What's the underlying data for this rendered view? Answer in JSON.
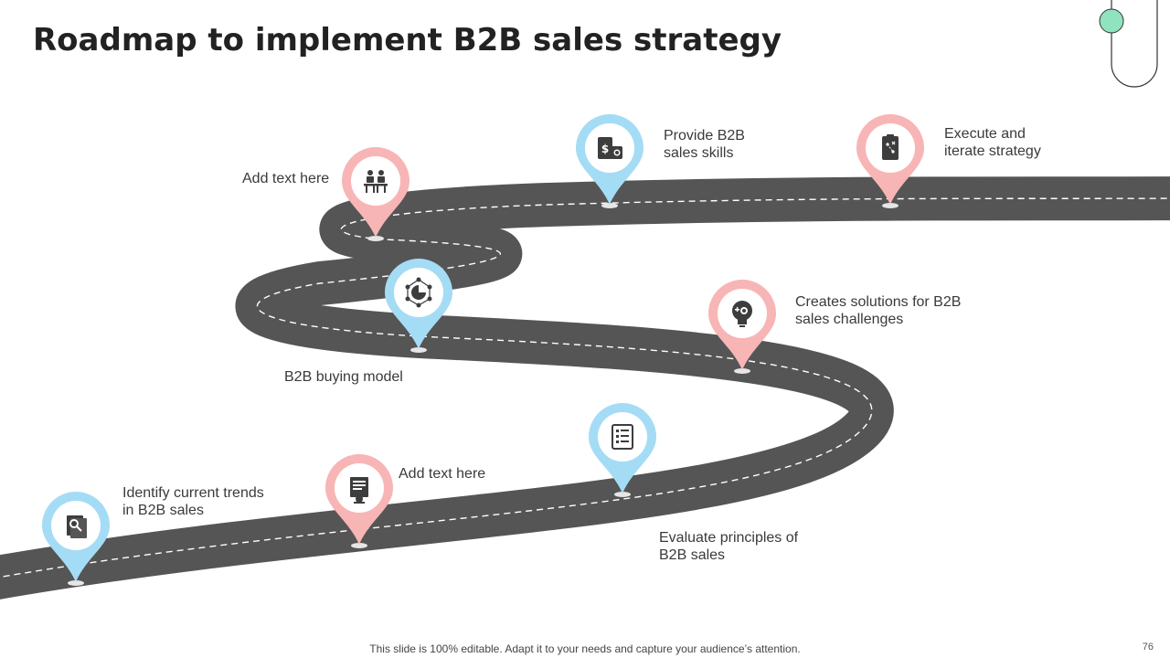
{
  "title": "Roadmap to implement B2B sales strategy",
  "footer": "This slide is 100% editable. Adapt it to your needs and capture your audience’s attention.",
  "page_number": "76",
  "colors": {
    "road": "#555555",
    "road_line": "#ffffff",
    "pin_pink": "#f8b5b5",
    "pin_blue": "#a5dcf5",
    "icon": "#3d3d3d",
    "accent_green": "#8fe3bf"
  },
  "milestones": [
    {
      "label": "Identify current trends\nin B2B sales",
      "icon": "document-search-icon",
      "color": "blue"
    },
    {
      "label": "Add text here",
      "icon": "certificate-icon",
      "color": "pink"
    },
    {
      "label": "Evaluate principles of\nB2B sales",
      "icon": "checklist-icon",
      "color": "blue"
    },
    {
      "label": "Creates solutions for B2B\nsales challenges",
      "icon": "lightbulb-gear-icon",
      "color": "pink"
    },
    {
      "label": "B2B buying model",
      "icon": "network-pie-icon",
      "color": "blue"
    },
    {
      "label": "Add text here",
      "icon": "team-presentation-icon",
      "color": "pink"
    },
    {
      "label": "Provide B2B\nsales skills",
      "icon": "money-bag-icon",
      "color": "blue"
    },
    {
      "label": "Execute and\niterate strategy",
      "icon": "strategy-board-icon",
      "color": "pink"
    }
  ]
}
